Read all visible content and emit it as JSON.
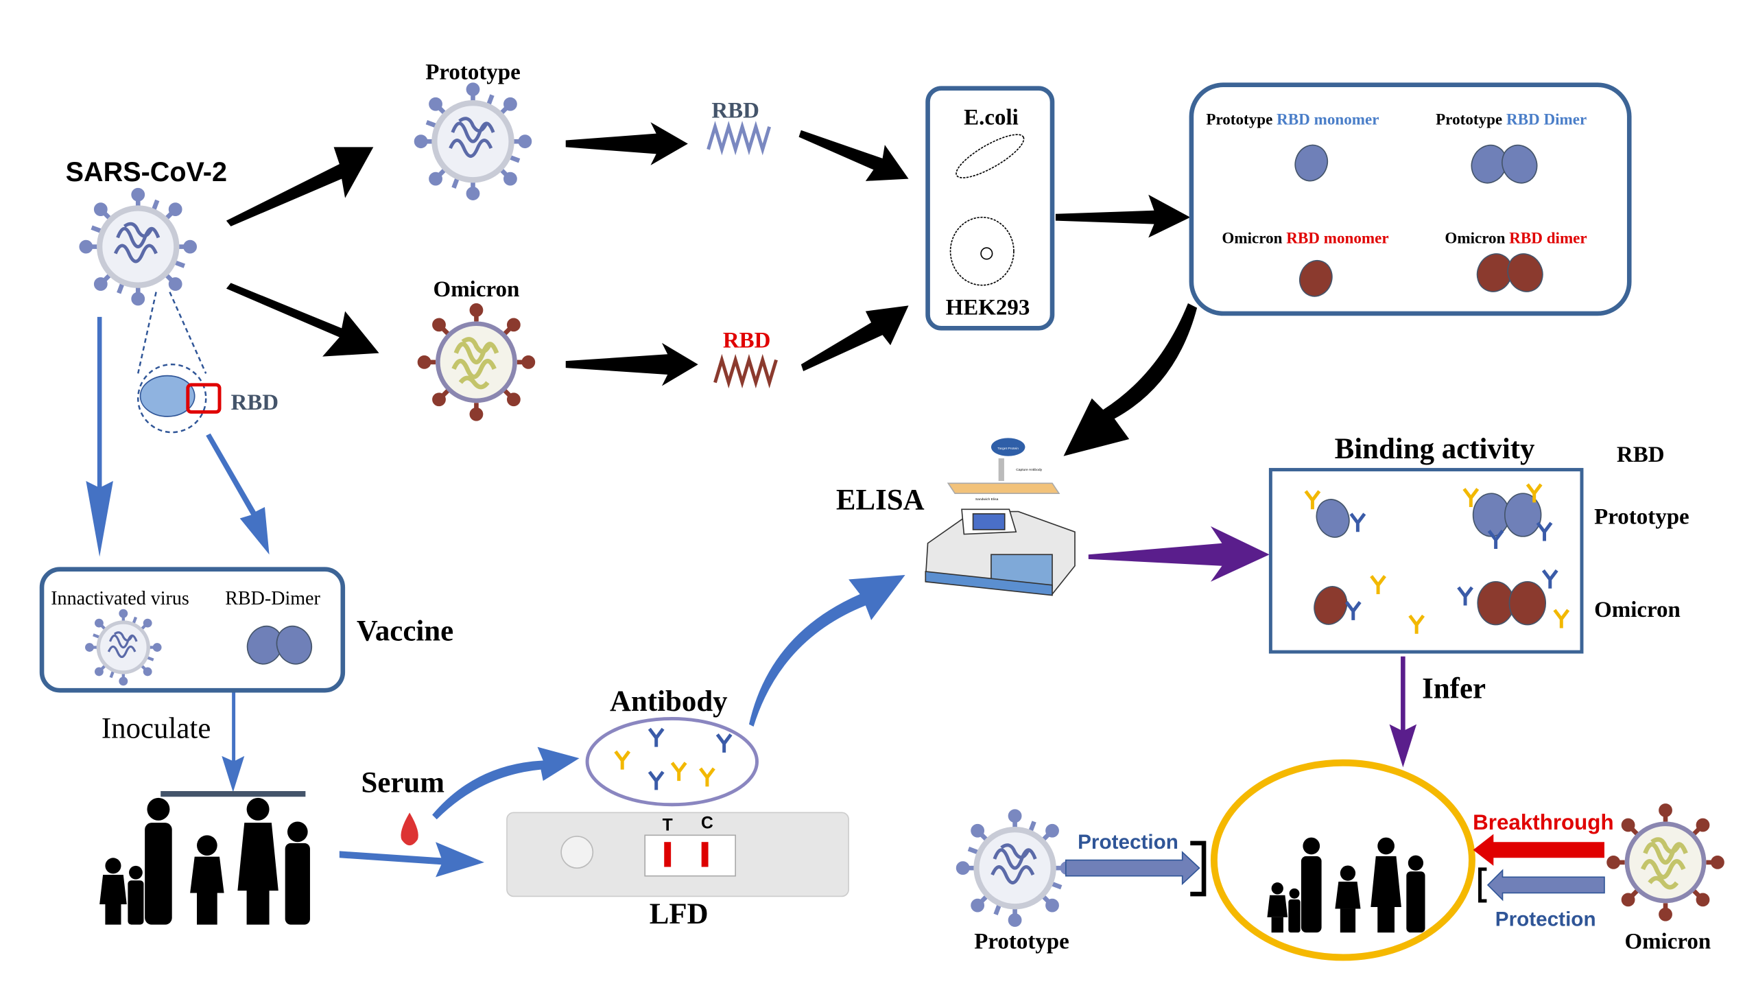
{
  "source": {
    "title": "SARS-CoV-2",
    "rbd": "RBD"
  },
  "variants": {
    "prototype": "Prototype",
    "omicron": "Omicron"
  },
  "rbd_labels": {
    "prototype": "RBD",
    "omicron": "RBD"
  },
  "expression": {
    "ecoli": "E.coli",
    "hek": "HEK293"
  },
  "products": {
    "proto_mono_a": "Prototype",
    "proto_mono_b": "RBD monomer",
    "proto_dimer_a": "Prototype",
    "proto_dimer_b": "RBD Dimer",
    "omi_mono_a": "Omicron",
    "omi_mono_b": "RBD monomer",
    "omi_dimer_a": "Omicron",
    "omi_dimer_b": "RBD dimer"
  },
  "elisa": {
    "label": "ELISA",
    "target": "Target Protein",
    "capture": "Capture Antibody",
    "plate": "Sandwich Elisa"
  },
  "binding": {
    "title": "Binding activity",
    "rbd": "RBD",
    "row1": "Prototype",
    "row2": "Omicron"
  },
  "vaccine": {
    "label": "Vaccine",
    "item1": "Innactivated virus",
    "item2": "RBD-Dimer",
    "inoculate": "Inoculate"
  },
  "assay": {
    "serum": "Serum",
    "antibody": "Antibody",
    "lfd": "LFD",
    "t": "T",
    "c": "C"
  },
  "outcome": {
    "infer": "Infer",
    "protection_left": "Protection",
    "breakthrough": "Breakthrough",
    "protection_right": "Protection",
    "prototype": "Prototype",
    "omicron": "Omicron"
  },
  "colors": {
    "frame": "#3c6496",
    "proto": "#6f80b8",
    "omicron": "#8b3a2e",
    "red": "#e00000",
    "purple": "#5a1e8c",
    "blue_arrow": "#4472c4",
    "yellow": "#f5b800"
  }
}
